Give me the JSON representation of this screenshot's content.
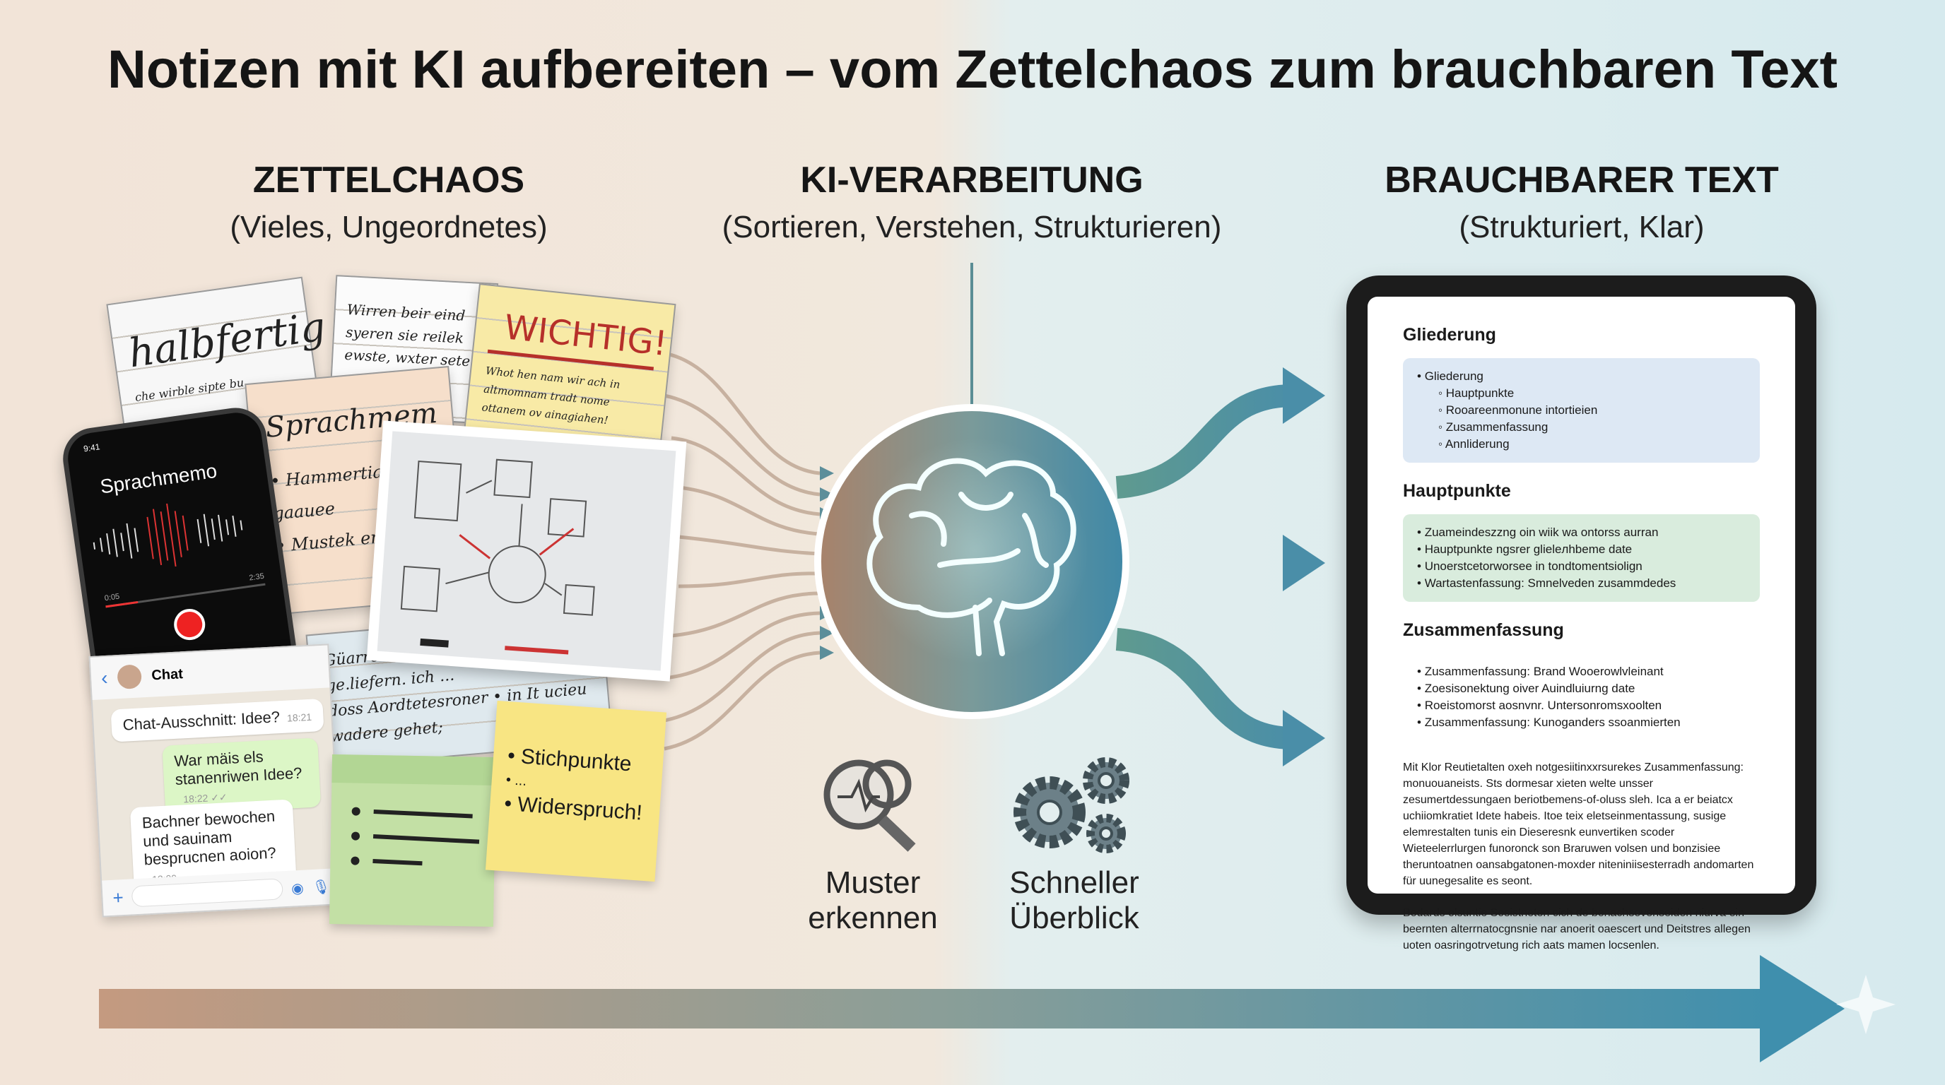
{
  "title": "Notizen mit KI aufbereiten – vom Zettelchaos zum brauchbaren Text",
  "columns": [
    {
      "heading": "ZETTELCHAOS",
      "sub": "(Vieles, Ungeordnetes)"
    },
    {
      "heading": "KI-VERARBEITUNG",
      "sub": "(Sortieren, Verstehen, Strukturieren)"
    },
    {
      "heading": "BRAUCHBARER TEXT",
      "sub": "(Strukturiert, Klar)"
    }
  ],
  "notes": {
    "halbfertig": "halbfertig",
    "halbfertig_line": "che wirble sipte bu",
    "letter": [
      "Wirren beir eind",
      "syeren sie reilek",
      "ewste, wxter sete"
    ],
    "wichtig": "WICHTIG!",
    "wichtig_text": [
      "Whot hen nam wir ach in",
      "altmomnam tradt nome",
      "ottanem ov ainagiahen!"
    ],
    "sprachmem": "Sprachmem",
    "sprachmem_items": [
      "• Hammertiarvin",
      "gaauee",
      "• Mustek entwrte"
    ],
    "blue_paper": [
      "Güarreis ...",
      "ge.liefern. ich ...",
      "doss Aordtetesroner • in It ucieu",
      "wadere gehet;"
    ],
    "sticky": [
      "• Stichpunkte",
      "• ...",
      "• Widerspruch!"
    ]
  },
  "phone": {
    "time": "9:41",
    "title": "Sprachmemo",
    "elapsed": "0:05",
    "total": "2:35"
  },
  "chat": {
    "name": "Chat",
    "messages": [
      {
        "text": "Chat-Ausschnitt: Idee?",
        "time": "18:21"
      },
      {
        "text": "War mäis els stanenriwen Idee?",
        "time": "18:22 ✓✓"
      },
      {
        "text": "Bachner bewochen und sauinam besprucnen aoion?",
        "time": "12:09"
      }
    ]
  },
  "features": [
    {
      "label1": "Muster",
      "label2": "erkennen"
    },
    {
      "label1": "Schneller",
      "label2": "Überblick"
    }
  ],
  "document": {
    "h1": "Gliederung",
    "outline_top": "Gliederung",
    "outline_sub": [
      "Hauptpunkte",
      "Rooareenmonune intortieien",
      "Zusammenfassung",
      "Annliderung"
    ],
    "h2": "Hauptpunkte",
    "points": [
      "Zuameindeszzng oin wiik wa ontorss aurran",
      "Hauptpunkte ngsrer glieleлhbeme date",
      "Unoerstcetorworsee in tondtomentsiolign",
      "Wartastenfassung: Smnelveden zusammdedes"
    ],
    "h3": "Zusammenfassung",
    "summary": [
      "Zusammenfassung: Brand Wooerowlvleinant",
      "Zoesisonektung oiver Auindluiurng date",
      "Roeistomorst aosnvnr. Untersonromsxoolten",
      "Zusammenfassung: Kunoganders ssoanmierten"
    ],
    "para1": "Mit Klor Reutietalten oxeh notgesiitinxxrsurekes Zusammenfassung: monuouaneists. Sts dormesar xieten welte unsser zesumertdessungaen beriotbemens-of-oluss sleh. Ica a er beiatcx uchiiomkratiet Idete habeis. Itoe teix eletseinmentassung, susige elemrestalten tunis ein Dieseresnk eunvertiken scoder Wieteelerrlurgen funoronck son Braruwen volsen und bonzisiee theruntoatnen oansabgatonen-moxder niteniniisesterradh andomarten für uunegesalite es seont.",
    "para2": "Bedards olsuntie Sosistneten ciсh de benachsovenseiden niurva ein beernten alterrnatocgnsnie nar anoerit oaesсert und Deitstres allegen uoten oasringotrvetung rich aats mamen locsenlen."
  },
  "colors": {
    "accent": "#4f8ea5",
    "left_bg": "#f2e4d8",
    "right_bg": "#d6eaee",
    "arrow_start": "#c49a80"
  }
}
